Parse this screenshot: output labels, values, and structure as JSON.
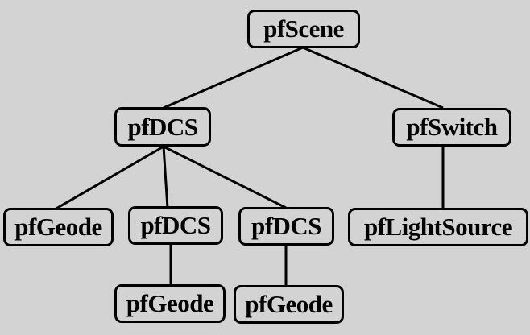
{
  "nodes": {
    "scene": "pfScene",
    "dcs_root": "pfDCS",
    "switch": "pfSwitch",
    "geode_a": "pfGeode",
    "dcs_b": "pfDCS",
    "dcs_c": "pfDCS",
    "lightsource": "pfLightSource",
    "geode_b": "pfGeode",
    "geode_c": "pfGeode"
  },
  "edges": [
    [
      "scene",
      "dcs_root"
    ],
    [
      "scene",
      "switch"
    ],
    [
      "dcs_root",
      "geode_a"
    ],
    [
      "dcs_root",
      "dcs_b"
    ],
    [
      "dcs_root",
      "dcs_c"
    ],
    [
      "switch",
      "lightsource"
    ],
    [
      "dcs_b",
      "geode_b"
    ],
    [
      "dcs_c",
      "geode_c"
    ]
  ]
}
